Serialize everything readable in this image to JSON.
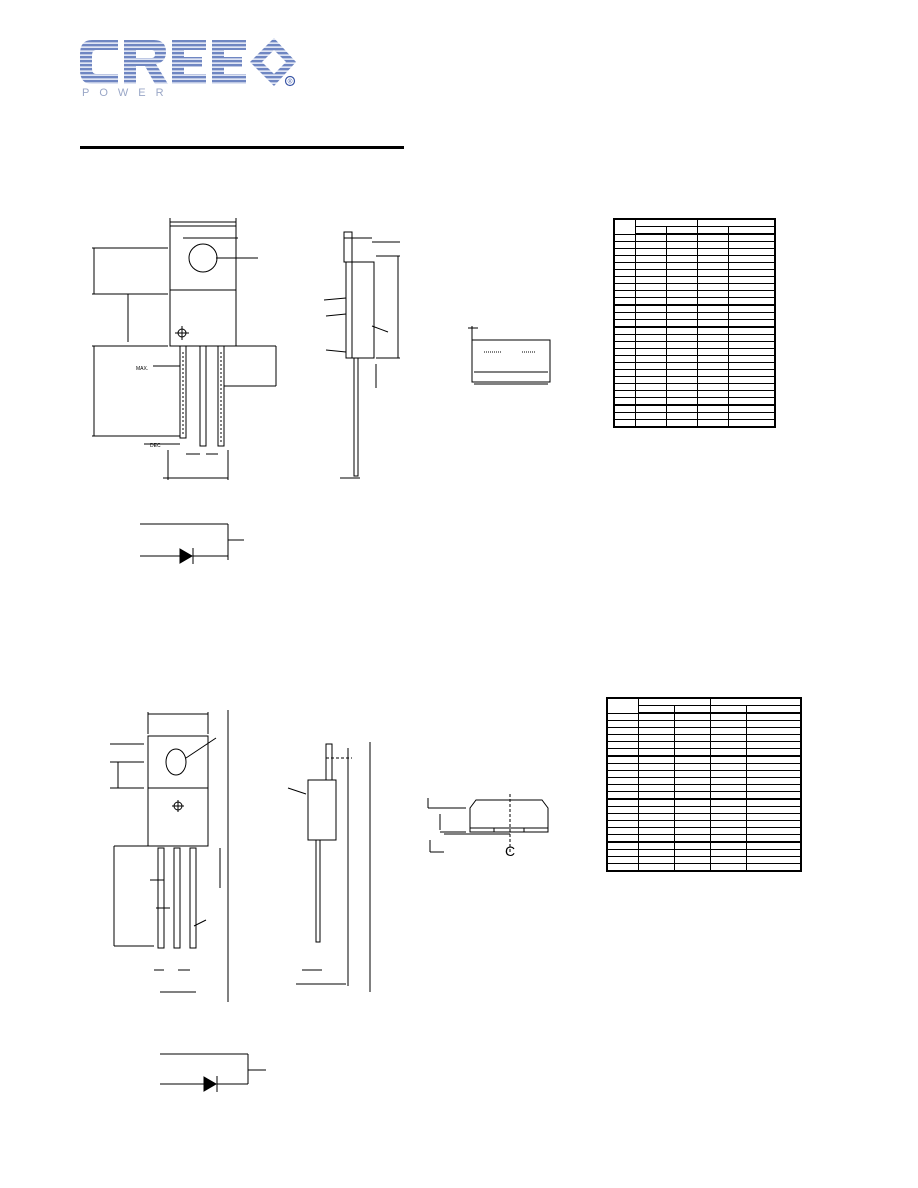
{
  "brand": {
    "name": "CREE",
    "subtitle": "POWER",
    "registered_mark": "®",
    "colors": {
      "stripe": "#6f86c2",
      "stripe_light": "#c9d3ec",
      "mark": "#3a56a6"
    }
  },
  "package1": {
    "front_labels": {
      "max": "MAX.",
      "dec": "DEC"
    }
  },
  "package2": {
    "side_label": "C"
  }
}
